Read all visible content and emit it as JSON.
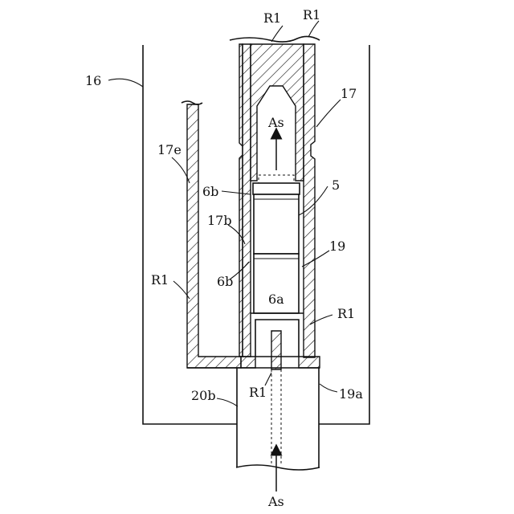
{
  "labels": {
    "r1_top_left": "R1",
    "r1_top_right": "R1",
    "n16": "16",
    "n17": "17",
    "as_top": "As",
    "n17e": "17e",
    "n6b_upper": "6b",
    "n5": "5",
    "n17b": "17b",
    "n19": "19",
    "r1_left": "R1",
    "n6b_lower": "6b",
    "n6a": "6a",
    "r1_right": "R1",
    "r1_bottom": "R1",
    "n19a": "19a",
    "n20b": "20b",
    "as_bottom": "As"
  }
}
